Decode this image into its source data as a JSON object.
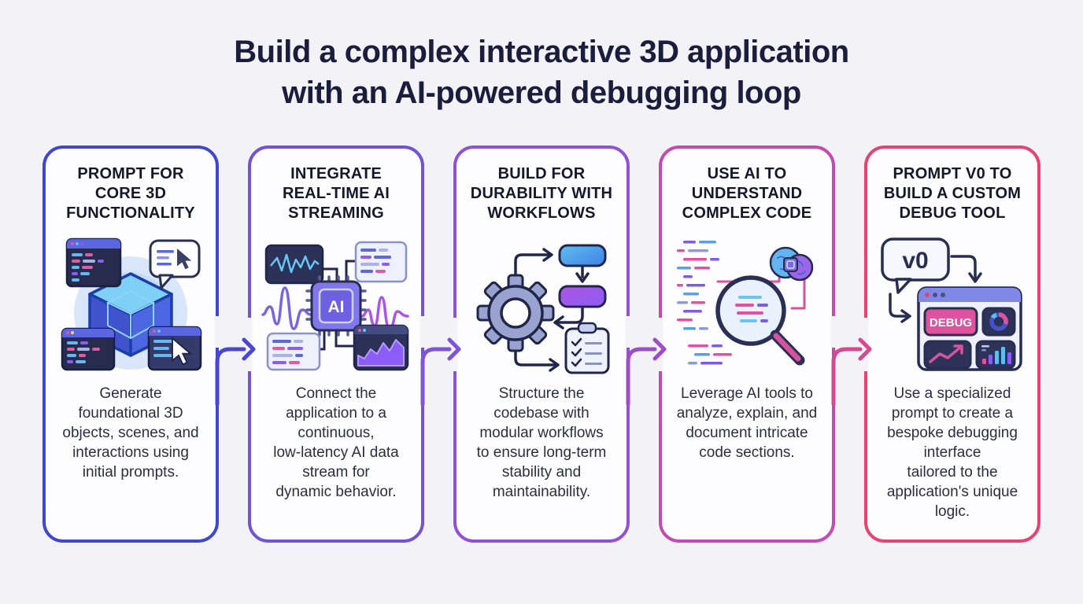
{
  "title": {
    "text": "Build a complex interactive 3D application\nwith an AI-powered debugging loop"
  },
  "steps": [
    {
      "heading": "PROMPT FOR\nCORE 3D\nFUNCTIONALITY",
      "description": "Generate\nfoundational 3D\nobjects, scenes, and\ninteractions using\ninitial prompts.",
      "border_color": "#3f48cc",
      "icon": "cube-3d-prompt-icon"
    },
    {
      "heading": "INTEGRATE\nREAL-TIME AI\nSTREAMING",
      "description": "Connect the\napplication to a\ncontinuous,\nlow-latency AI data\nstream for\ndynamic behavior.",
      "border_color": "#7253d8",
      "icon": "ai-chip-streaming-icon"
    },
    {
      "heading": "BUILD FOR\nDURABILITY WITH\nWORKFLOWS",
      "description": "Structure the\ncodebase with\nmodular workflows\nto ensure long-term\nstability and\nmaintainability.",
      "border_color": "#9151d5",
      "icon": "gear-workflow-icon"
    },
    {
      "heading": "USE AI TO\nUNDERSTAND\nCOMPLEX CODE",
      "description": "Leverage AI tools to\nanalyze, explain, and\ndocument intricate\ncode sections.",
      "border_color": "#c24ab2",
      "icon": "magnifier-code-brain-icon"
    },
    {
      "heading": "PROMPT V0 TO\nBUILD A CUSTOM\nDEBUG TOOL",
      "description": "Use a specialized\nprompt to create a\nbespoke debugging\ninterface\ntailored to the\napplication's unique\nlogic.",
      "border_color": "#e64370",
      "icon": "v0-debug-dashboard-icon"
    }
  ],
  "icon_labels": {
    "ai_chip": "AI",
    "v0_bubble": "v0",
    "debug_button": "DEBUG"
  },
  "arrows": [
    {
      "color": "#4947d2"
    },
    {
      "color": "#7e54da"
    },
    {
      "color": "#9d4ec6"
    },
    {
      "color": "#d84790"
    }
  ],
  "colors": {
    "background": "#f2f2f7",
    "card_background": "#fdfdff",
    "title_text": "#1a1e3c",
    "heading_text": "#15182b",
    "body_text": "#2b2e3e"
  }
}
